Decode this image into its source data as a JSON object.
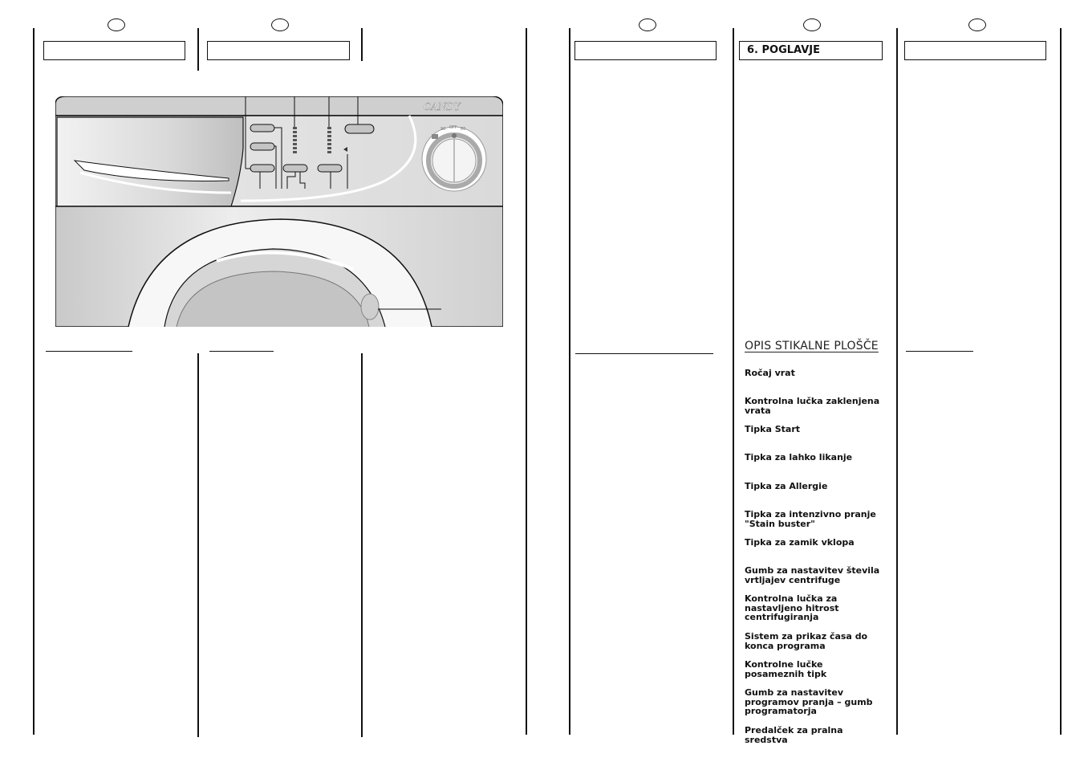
{
  "right_column": {
    "chapter_heading": "6. POGLAVJE",
    "section_title": "OPIS STIKALNE PLOŠČE",
    "items": [
      "Ročaj vrat",
      "Kontrolna lučka zaklenjena vrata",
      "Tipka Start",
      "Tipka za lahko likanje",
      "Tipka za Allergie",
      "Tipka za intenzivno pranje \"Stain buster\"",
      "Tipka za zamik vklopa",
      "Gumb za nastavitev števila vrtljajev centrifuge",
      "Kontrolna lučka za nastavljeno hitrost centrifugiranja",
      "Sistem za prikaz časa do konca programa",
      "Kontrolne lučke posameznih tipk",
      "Gumb za nastavitev programov pranja – gumb programatorja",
      "Predalček za pralna sredstva"
    ]
  },
  "illustration": {
    "brand": "CANDY",
    "dial_labels": [
      "90",
      "OFF",
      "60"
    ],
    "colors": {
      "panel_top": "#cfcfcf",
      "panel": "#e2e2e2",
      "body": "#d8d8d8"
    }
  }
}
